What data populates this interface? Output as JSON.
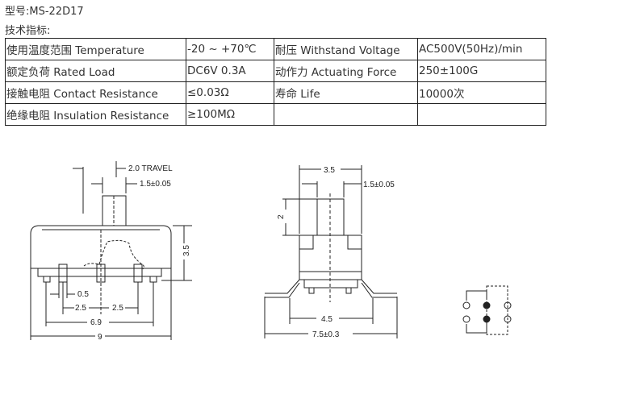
{
  "model": "型号:MS-22D17",
  "specs_heading": "技术指标:",
  "specs": [
    [
      "使用温度范围 Temperature",
      "-20 ~ +70℃",
      "耐压 Withstand Voltage",
      "AC500V(50Hz)/min"
    ],
    [
      "额定负荷 Rated Load",
      "DC6V 0.3A",
      "动作力 Actuating Force",
      "250±100G"
    ],
    [
      "接触电阻 Contact Resistance",
      "≤0.03Ω",
      "寿命 Life",
      "10000次"
    ],
    [
      "绝缘电阻 Insulation Resistance",
      "≥100MΩ",
      "",
      ""
    ]
  ],
  "front_view": {
    "travel": "2.0 TRAVEL",
    "actuator": "1.5±0.05",
    "height": "3.5",
    "pin_width": "0.5",
    "pitch_left": "2.5",
    "pitch_right": "2.5",
    "pin_span": "6.9",
    "width": "9"
  },
  "side_view": {
    "width": "3.5",
    "actuator": "1.5±0.05",
    "actuator_height": "2",
    "foot_inner": "4.5",
    "foot_outer": "7.5±0.3"
  }
}
